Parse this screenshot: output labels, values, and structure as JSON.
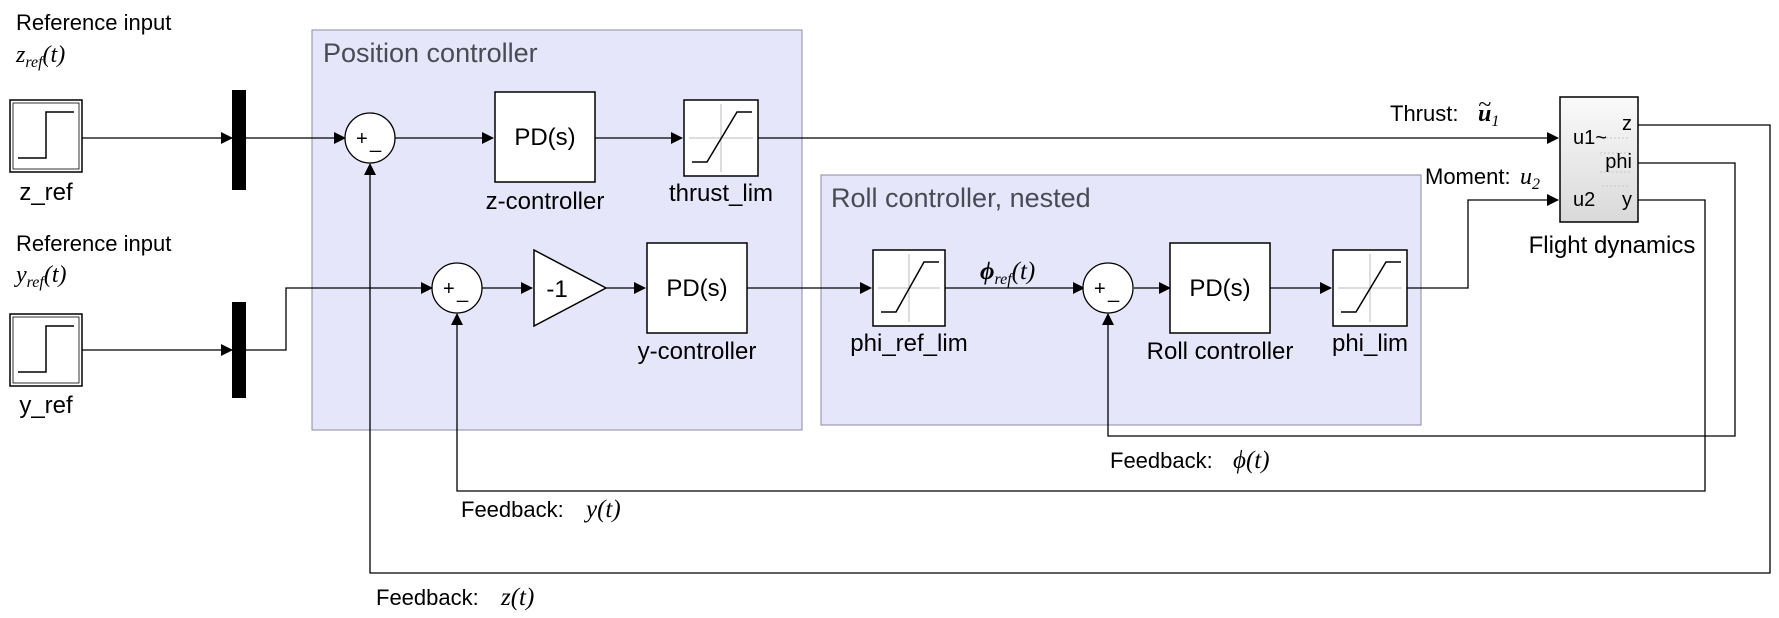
{
  "inputs": {
    "z_ref": {
      "caption": "Reference input",
      "signal_main": "z",
      "signal_sub": "ref",
      "signal_arg": "(t)",
      "block_label": "z_ref"
    },
    "y_ref": {
      "caption": "Reference input",
      "signal_main": "y",
      "signal_sub": "ref",
      "signal_arg": "(t)",
      "block_label": "y_ref"
    }
  },
  "subsystems": {
    "position": {
      "title": "Position controller"
    },
    "roll": {
      "title": "Roll controller, nested"
    }
  },
  "blocks": {
    "z_controller": {
      "text": "PD(s)",
      "label": "z-controller"
    },
    "thrust_lim": {
      "label": "thrust_lim"
    },
    "gain": {
      "text": "-1"
    },
    "y_controller": {
      "text": "PD(s)",
      "label": "y-controller"
    },
    "phi_ref_lim": {
      "label": "phi_ref_lim"
    },
    "roll_controller": {
      "text": "PD(s)",
      "label": "Roll controller"
    },
    "phi_lim": {
      "label": "phi_lim"
    },
    "flight_dynamics": {
      "label": "Flight dynamics",
      "port_in1": "u1~",
      "port_in2": "u2",
      "port_out1": "z",
      "port_out2": "phi",
      "port_out3": "y"
    }
  },
  "sum_signs": {
    "plus": "+",
    "minus": "_"
  },
  "signals": {
    "thrust": {
      "label": "Thrust:",
      "math": "u",
      "tilde": "~",
      "sub": "1"
    },
    "moment": {
      "label": "Moment:",
      "math": "u",
      "sub": "2"
    },
    "phi_ref": {
      "main": "ϕ",
      "sub": "ref",
      "arg": "(t)"
    },
    "fb_phi": {
      "label": "Feedback:",
      "math": "ϕ(t)"
    },
    "fb_y": {
      "label": "Feedback:",
      "math": "y(t)"
    },
    "fb_z": {
      "label": "Feedback:",
      "math": "z(t)"
    }
  }
}
